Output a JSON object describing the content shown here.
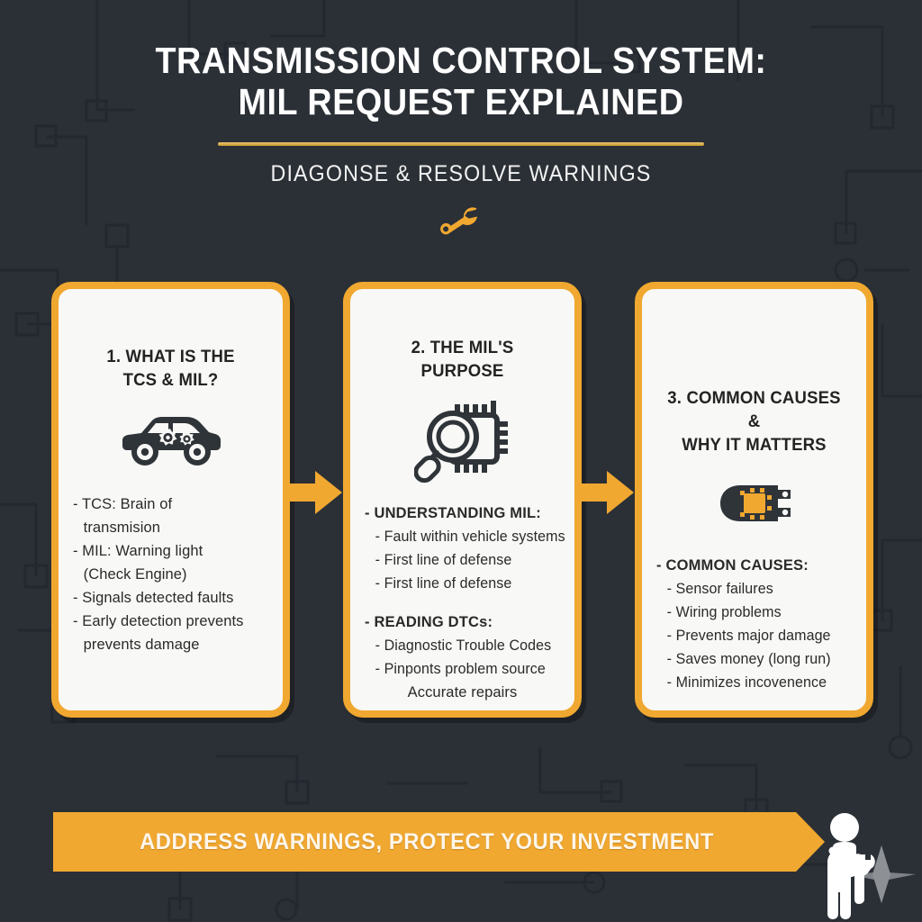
{
  "colors": {
    "background": "#2b3036",
    "accent_orange": "#f0a830",
    "divider_gold": "#c89a2e",
    "card_bg": "#f8f8f6",
    "text_dark": "#232323",
    "text_light": "#ffffff"
  },
  "header": {
    "title_line1": "TRANSMISSION CONTROL SYSTEM:",
    "title_line2": "MIL REQUEST EXPLAINED",
    "subtitle": "DIAGONSE & RESOLVE WARNINGS",
    "icon": "wrench-icon"
  },
  "cards": [
    {
      "heading_line1": "1. WHAT IS THE",
      "heading_line2": "TCS & MIL?",
      "icon": "car-with-gears-icon",
      "bullets": [
        "- TCS: Brain of",
        "transmision",
        "- MIL: Warning light",
        "(Check Engine)",
        "- Signals detected faults",
        "- Early detection prevents",
        "prevents damage"
      ]
    },
    {
      "heading_line1": "2. THE MIL'S PURPOSE",
      "heading_line2": "",
      "icon": "magnifier-chip-icon",
      "bullets": [
        "- UNDERSTANDING MIL:",
        "- Fault within vehicle systems",
        "- First line of defense",
        "- First line of defense",
        "- READING DTCs:",
        "- Diagnostic Trouble Codes",
        "- Pinponts problem source",
        "Accurate repairs"
      ]
    },
    {
      "heading_line1": "3. COMMON CAUSES &",
      "heading_line2": "WHY IT MATTERS",
      "icon": "sensor-connector-icon",
      "bullets": [
        "- COMMON CAUSES:",
        "- Sensor failures",
        "- Wiring problems",
        "- Prevents major damage",
        "- Saves money (long run)",
        "- Minimizes incovenence"
      ]
    }
  ],
  "connectors": [
    {
      "name": "arrow-1",
      "direction": "right"
    },
    {
      "name": "arrow-2",
      "direction": "right"
    }
  ],
  "footer": {
    "banner_text": "ADDRESS WARNINGS, PROTECT YOUR INVESTMENT",
    "icon": "mechanic-figure-icon"
  }
}
